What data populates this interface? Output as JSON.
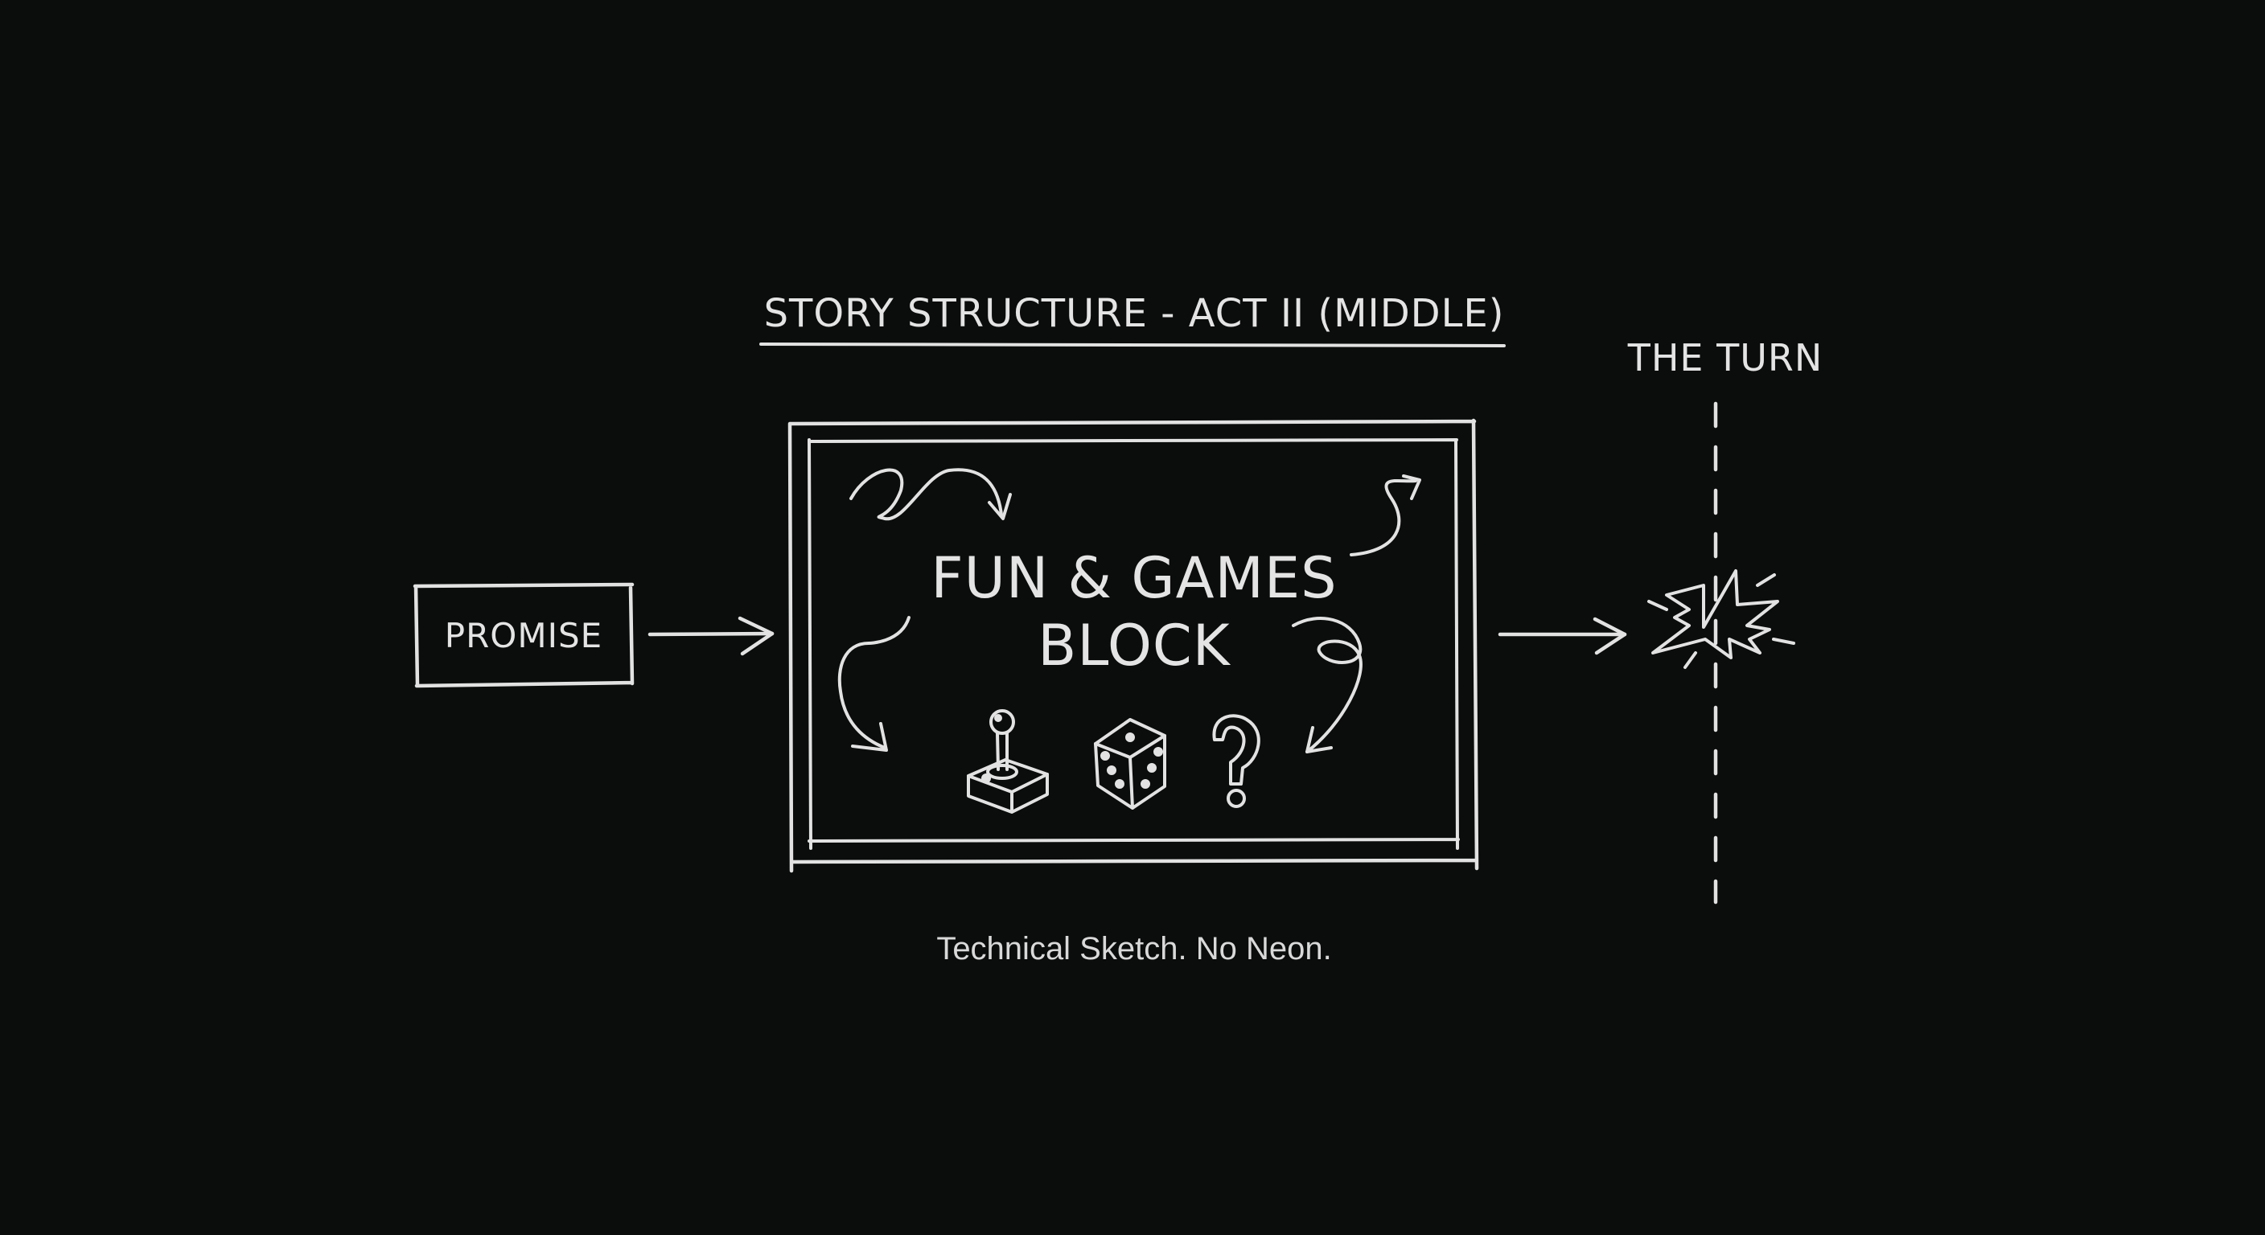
{
  "diagram": {
    "title": "STORY STRUCTURE - ACT II (MIDDLE)",
    "style_colors": {
      "background": "#0b0c0c",
      "chalk": "#e4e4e4"
    },
    "nodes": {
      "promise": {
        "label": "PROMISE"
      },
      "fun_and_games": {
        "line1": "FUN & GAMES",
        "line2": "BLOCK",
        "icons": [
          "joystick-icon",
          "dice-icon",
          "question-mark-icon"
        ]
      },
      "the_turn": {
        "label": "THE TURN",
        "marker": "explosion-starburst-icon"
      }
    },
    "edges": [
      {
        "from": "PROMISE",
        "to": "FUN & GAMES BLOCK"
      },
      {
        "from": "FUN & GAMES BLOCK",
        "to": "THE TURN"
      }
    ],
    "caption": "Technical Sketch. No Neon."
  }
}
